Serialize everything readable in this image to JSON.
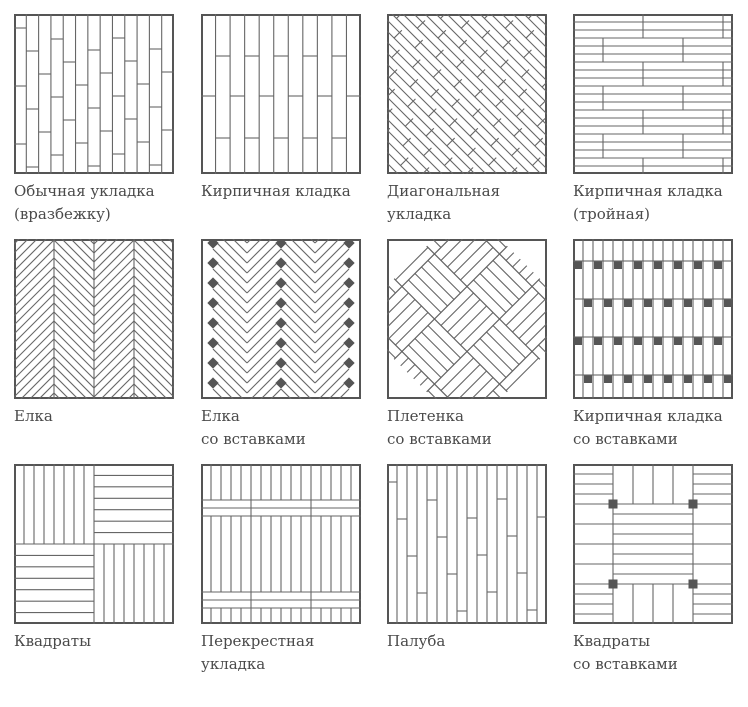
{
  "accent": "#555555",
  "patterns": [
    {
      "id": "p1",
      "lines": [
        "Обычная укладка",
        "(вразбежку)"
      ]
    },
    {
      "id": "p2",
      "lines": [
        "Кирпичная кладка"
      ]
    },
    {
      "id": "p3",
      "lines": [
        "Диагональная",
        "укладка"
      ]
    },
    {
      "id": "p4",
      "lines": [
        "Кирпичная кладка",
        "(тройная)"
      ]
    },
    {
      "id": "p5",
      "lines": [
        "Елка"
      ]
    },
    {
      "id": "p6",
      "lines": [
        "Елка",
        "со вставками"
      ]
    },
    {
      "id": "p7",
      "lines": [
        "Плетенка",
        "со вставками"
      ]
    },
    {
      "id": "p8",
      "lines": [
        "Кирпичная кладка",
        "со вставками"
      ]
    },
    {
      "id": "p9",
      "lines": [
        "Квадраты"
      ]
    },
    {
      "id": "p10",
      "lines": [
        "Перекрестная",
        "укладка"
      ]
    },
    {
      "id": "p11",
      "lines": [
        "Палуба"
      ]
    },
    {
      "id": "p12",
      "lines": [
        "Квадраты",
        "со вставками"
      ]
    }
  ]
}
